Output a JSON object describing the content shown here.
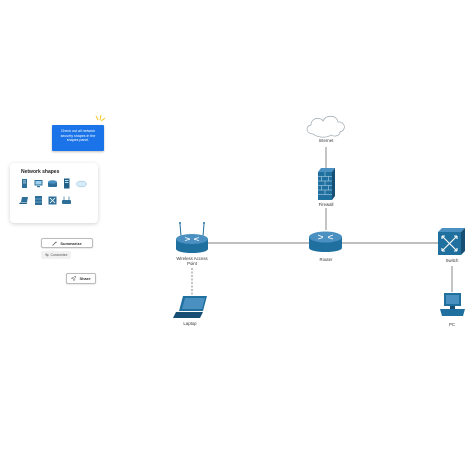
{
  "tip": {
    "text": "Check out all network security shapes in the shapes panel."
  },
  "shapes_panel": {
    "title": "Network shapes",
    "icons": [
      "server-icon",
      "monitor-icon",
      "router-icon",
      "server-rack-icon",
      "cloud-icon",
      "laptop-icon",
      "firewall-icon",
      "switch-icon",
      "access-point-icon"
    ]
  },
  "toolbar": {
    "summarize_label": "Summarize",
    "customize_label": "Customize",
    "share_label": "Share"
  },
  "diagram": {
    "nodes": {
      "internet": "Internet",
      "firewall": "Firewall",
      "router": "Router",
      "wap_line1": "Wireless Access",
      "wap_line2": "Point",
      "switch": "Switch",
      "laptop": "Laptop",
      "pc": "PC"
    }
  },
  "colors": {
    "accent": "#1a73e8",
    "device_blue": "#1f6f9f",
    "connector": "#555555"
  }
}
